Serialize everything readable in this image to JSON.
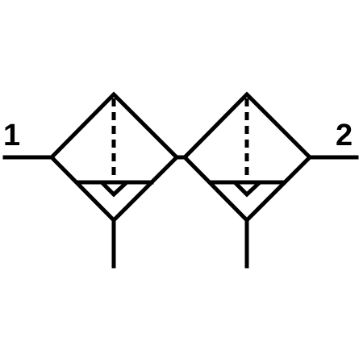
{
  "colors": {
    "stroke": "#000000",
    "background": "#ffffff"
  },
  "ports": {
    "inlet_label": "1",
    "outlet_label": "2"
  },
  "units": [
    {
      "symbol": "filter-regulator-unit",
      "drain": "visible",
      "dashed_divider": true
    },
    {
      "symbol": "filter-regulator-unit",
      "drain": "visible",
      "dashed_divider": true
    }
  ]
}
